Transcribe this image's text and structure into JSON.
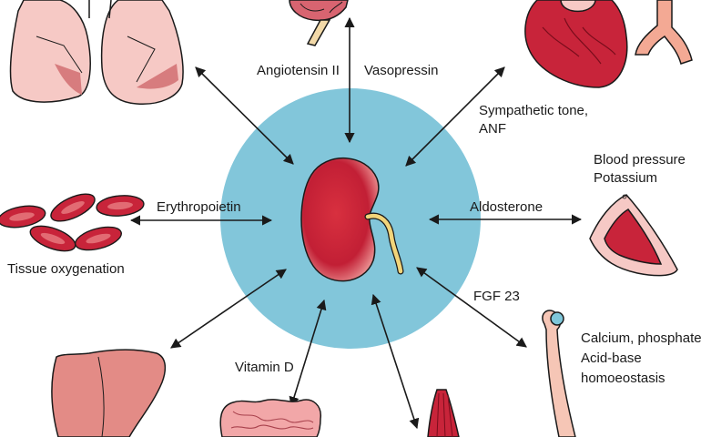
{
  "labels": {
    "angiotensin": "Angiotensin II",
    "vasopressin": "Vasopressin",
    "sympathetic_line1": "Sympathetic tone,",
    "sympathetic_line2": "ANF",
    "blood_pressure": "Blood pressure",
    "potassium": "Potassium",
    "erythropoietin": "Erythropoietin",
    "aldosterone": "Aldosterone",
    "tissue_oxygenation": "Tissue oxygenation",
    "fgf23": "FGF 23",
    "vitamin_d": "Vitamin D",
    "calcium_phosphate": "Calcium, phosphate",
    "acid_base_line1": "Acid-base",
    "acid_base_line2": "homoeostasis"
  },
  "colors": {
    "circle": "#82c6da",
    "organ_red": "#c8243a",
    "organ_dark": "#9e1a2c",
    "organ_pink": "#eda8a8",
    "bone": "#f6c6b6",
    "ureter": "#f2d47a",
    "arrow": "#1a1a1a"
  }
}
